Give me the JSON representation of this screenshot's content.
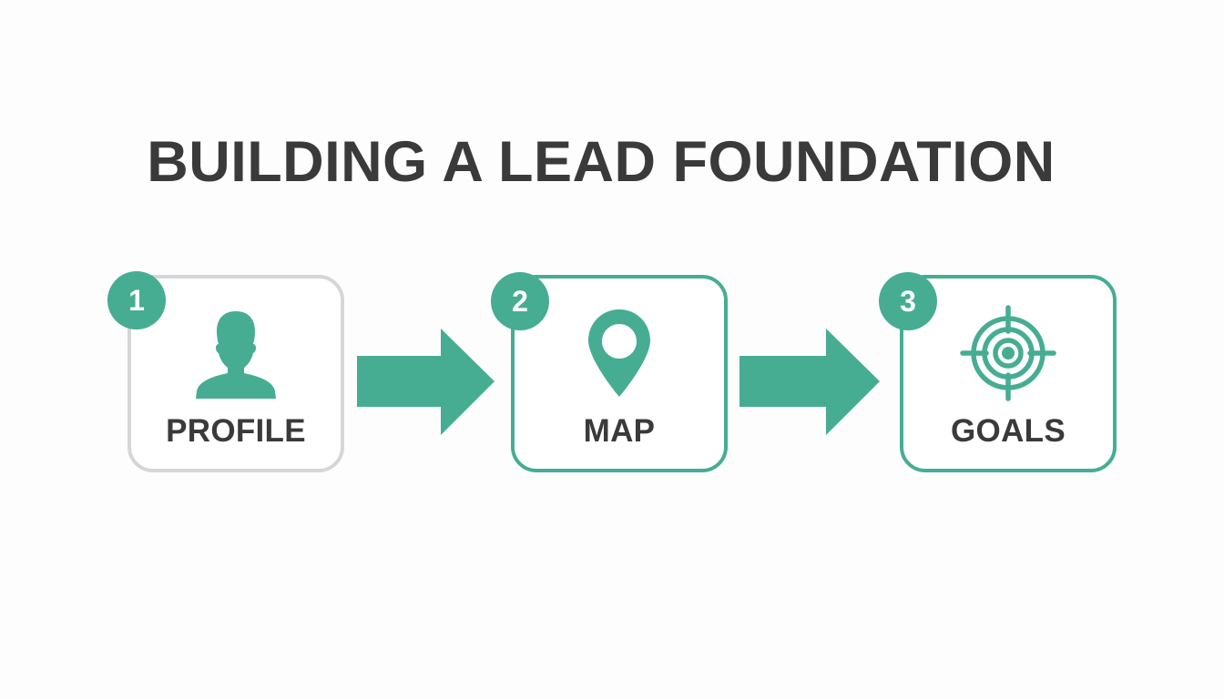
{
  "title": "BUILDING A LEAD FOUNDATION",
  "colors": {
    "accent": "#46ad93",
    "text": "#3a3a3a",
    "muted_border": "#d6d6d6",
    "background": "#fdfdfd"
  },
  "steps": [
    {
      "number": "1",
      "label": "PROFILE",
      "icon": "person-icon",
      "state": "inactive"
    },
    {
      "number": "2",
      "label": "MAP",
      "icon": "map-pin-icon",
      "state": "active"
    },
    {
      "number": "3",
      "label": "GOALS",
      "icon": "target-icon",
      "state": "active"
    }
  ],
  "connectors": [
    {
      "from": "1",
      "to": "2",
      "icon": "arrow-right-icon"
    },
    {
      "from": "2",
      "to": "3",
      "icon": "arrow-right-icon"
    }
  ]
}
